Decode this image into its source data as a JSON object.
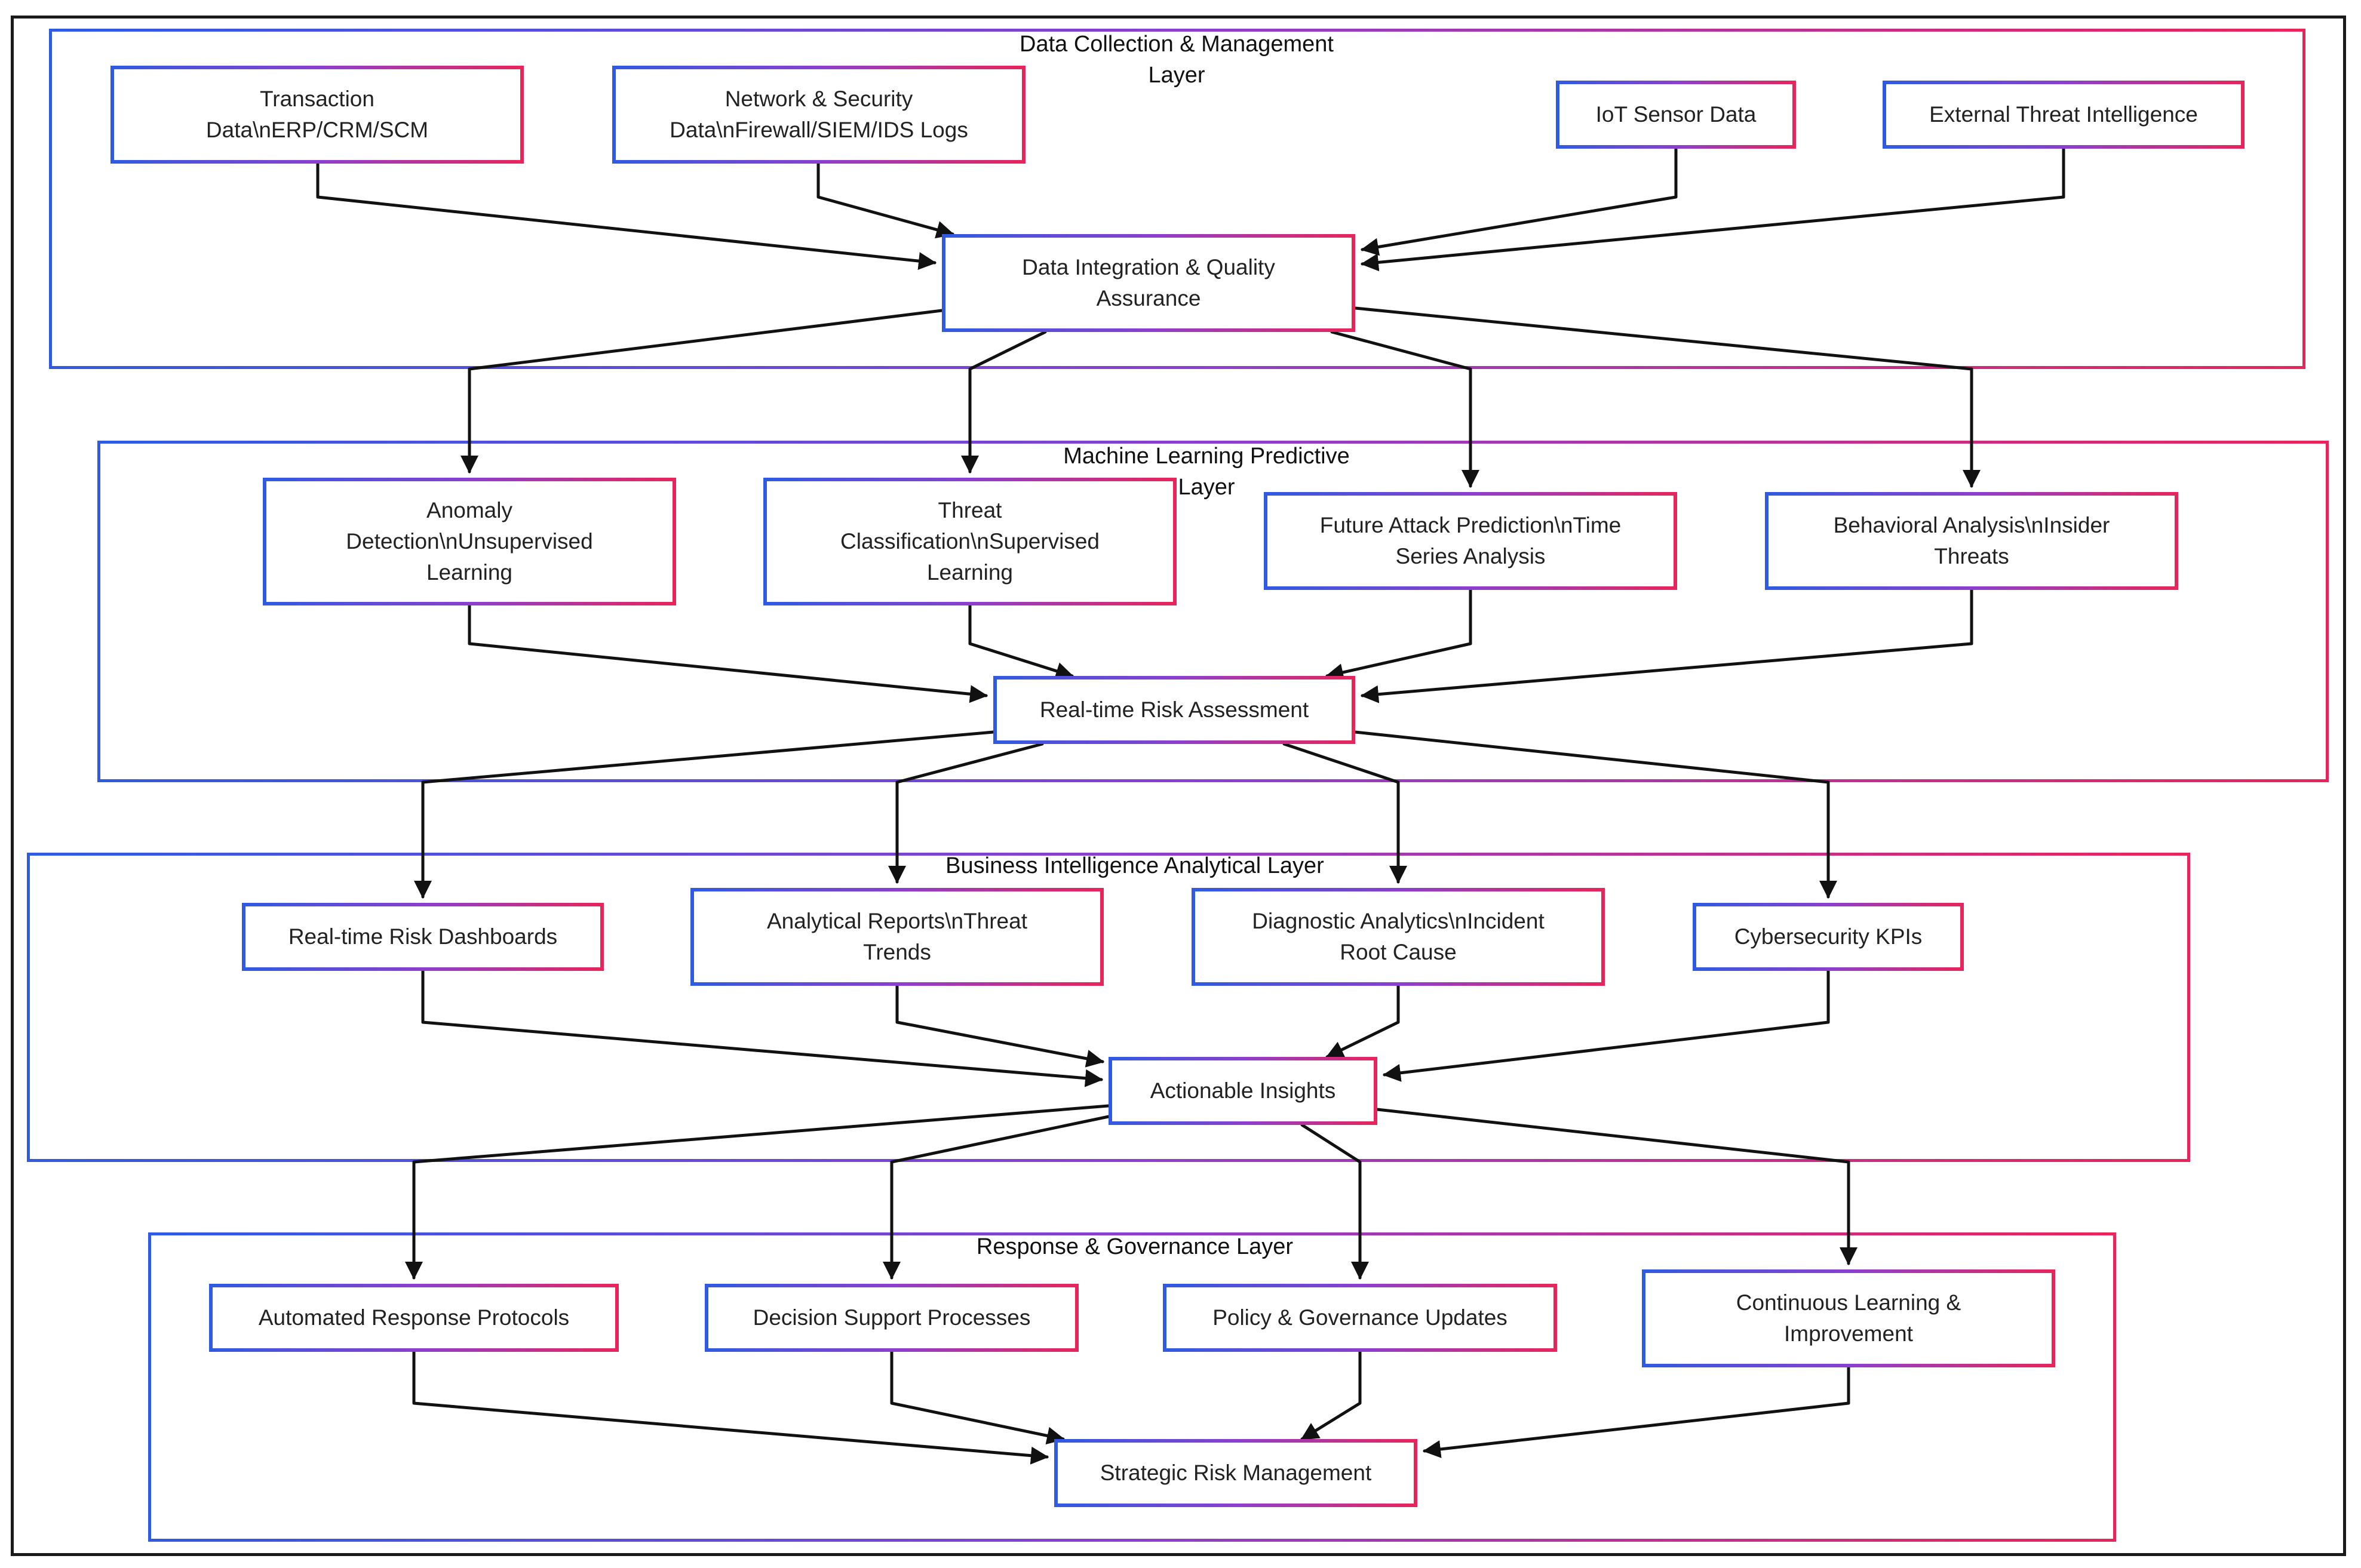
{
  "colors": {
    "border_start": "#2f5be0",
    "border_mid": "#8a3fd0",
    "border_end": "#e8255a",
    "arrow": "#111111"
  },
  "layers": {
    "data_collection": "Data Collection & Management\nLayer",
    "ml_predictive": "Machine Learning Predictive\nLayer",
    "bi_analytical": "Business Intelligence Analytical Layer",
    "response_governance": "Response & Governance Layer"
  },
  "nodes": {
    "transaction": "Transaction\nData\\nERP/CRM/SCM",
    "network": "Network & Security\nData\\nFirewall/SIEM/IDS Logs",
    "iot": "IoT Sensor Data",
    "threat_intel": "External Threat Intelligence",
    "integration": "Data Integration & Quality\nAssurance",
    "anomaly": "Anomaly\nDetection\\nUnsupervised\nLearning",
    "threat_class": "Threat\nClassification\\nSupervised\nLearning",
    "future_attack": "Future Attack Prediction\\nTime\nSeries Analysis",
    "behavioral": "Behavioral Analysis\\nInsider\nThreats",
    "risk_assessment": "Real-time Risk Assessment",
    "dashboards": "Real-time Risk Dashboards",
    "reports": "Analytical Reports\\nThreat\nTrends",
    "diagnostic": "Diagnostic Analytics\\nIncident\nRoot Cause",
    "kpis": "Cybersecurity KPIs",
    "insights": "Actionable Insights",
    "automated": "Automated Response Protocols",
    "decision": "Decision Support Processes",
    "policy": "Policy & Governance Updates",
    "continuous": "Continuous Learning &\nImprovement",
    "strategic": "Strategic Risk Management"
  }
}
